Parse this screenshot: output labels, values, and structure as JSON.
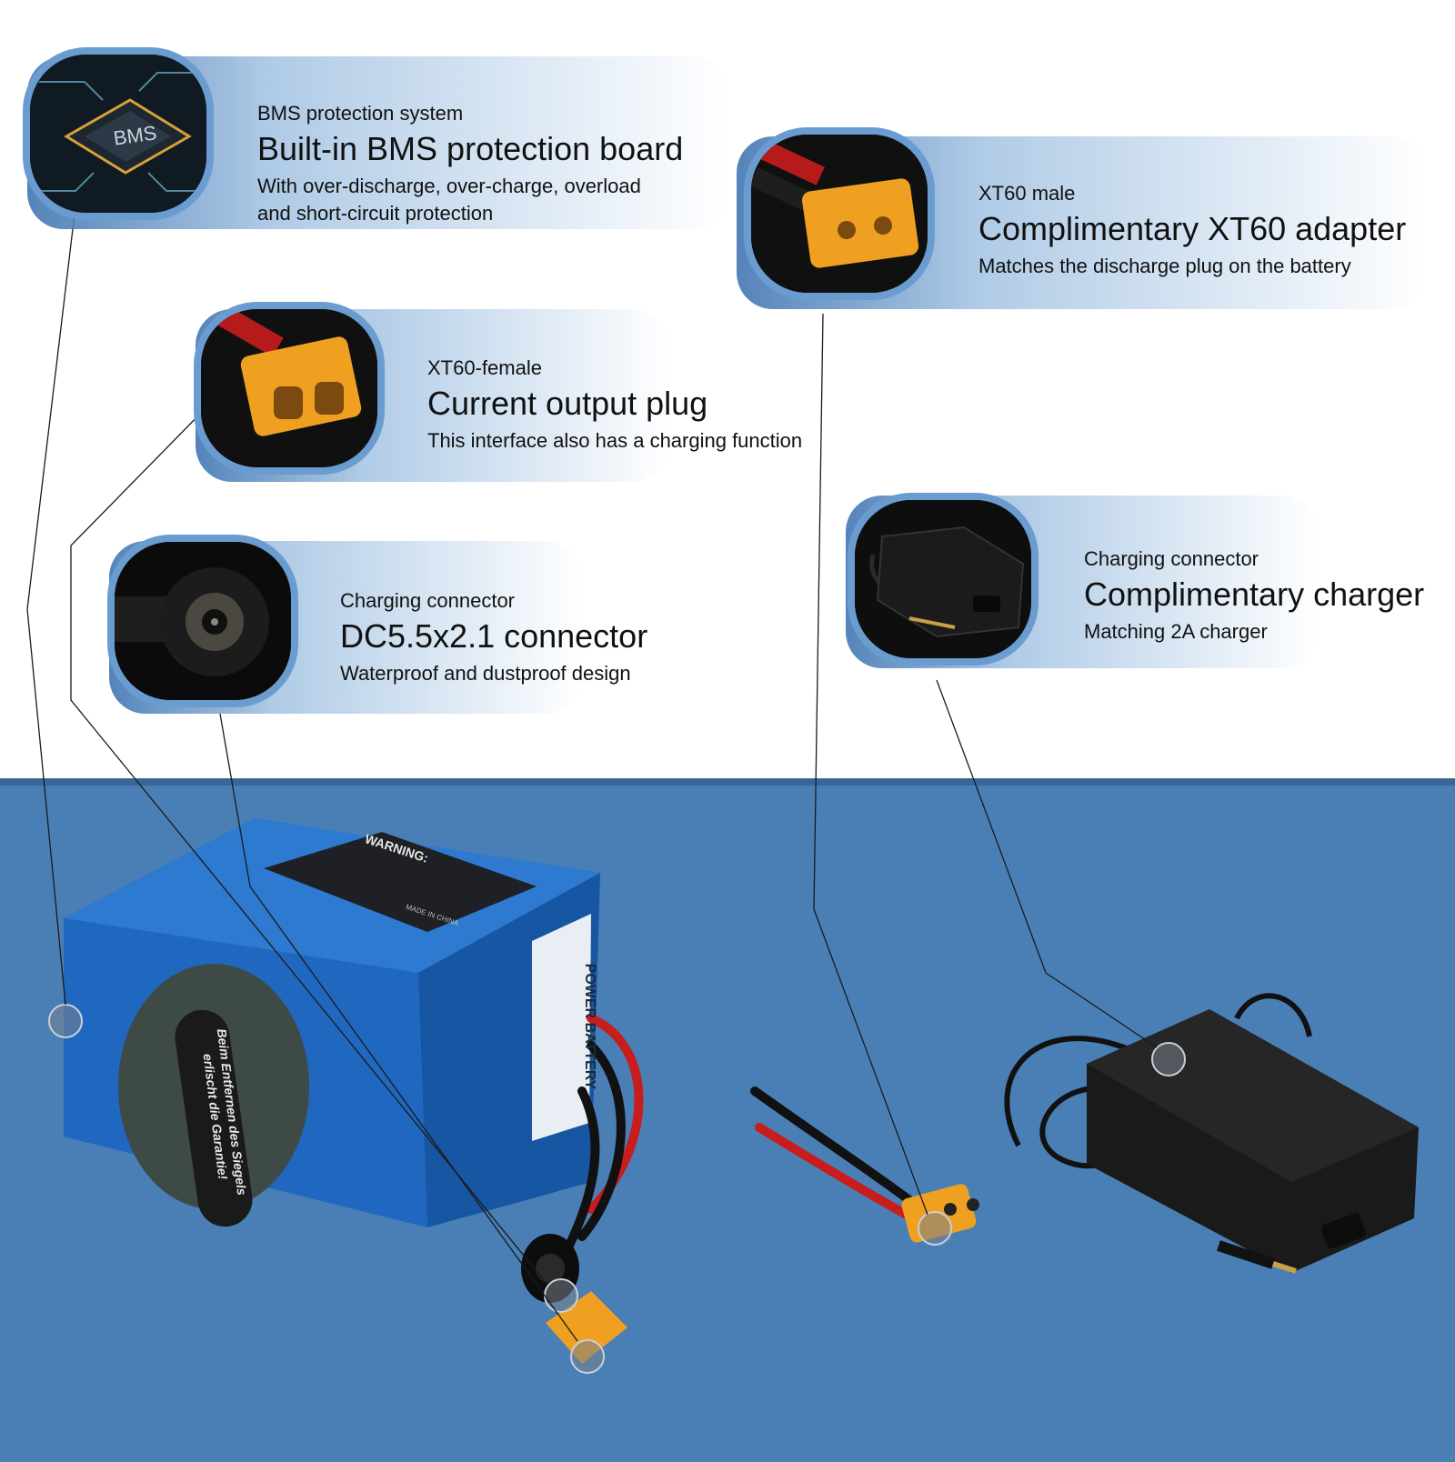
{
  "features": {
    "bms": {
      "label": "BMS protection system",
      "title": "Built-in BMS protection board",
      "desc_line1": "With over-discharge, over-charge, overload",
      "desc_line2": "and short-circuit protection",
      "chip_text": "BMS"
    },
    "xt60_male": {
      "label": "XT60 male",
      "title": "Complimentary XT60 adapter",
      "desc_line1": "Matches the discharge plug on the battery"
    },
    "xt60_female": {
      "label": "XT60-female",
      "title": "Current output plug",
      "desc_line1": "This interface also has a charging function"
    },
    "dc_connector": {
      "label": "Charging connector",
      "title": "DC5.5x2.1 connector",
      "desc_line1": "Waterproof and dustproof design"
    },
    "charger": {
      "label": "Charging connector",
      "title": "Complimentary charger",
      "desc_line1": "Matching 2A charger"
    }
  },
  "battery": {
    "side_label": "POWER BATTERY",
    "warning_title": "WARNING:",
    "seal_line1": "Beim Entfernen des Siegels",
    "seal_line2": "erlischt die Garantie!",
    "made_in": "MADE IN CHINA"
  },
  "colors": {
    "panel": "#4a7fb6",
    "battery": "#1f6bc2",
    "xt60": "#f0a020",
    "frame": "#6a9cd0"
  }
}
